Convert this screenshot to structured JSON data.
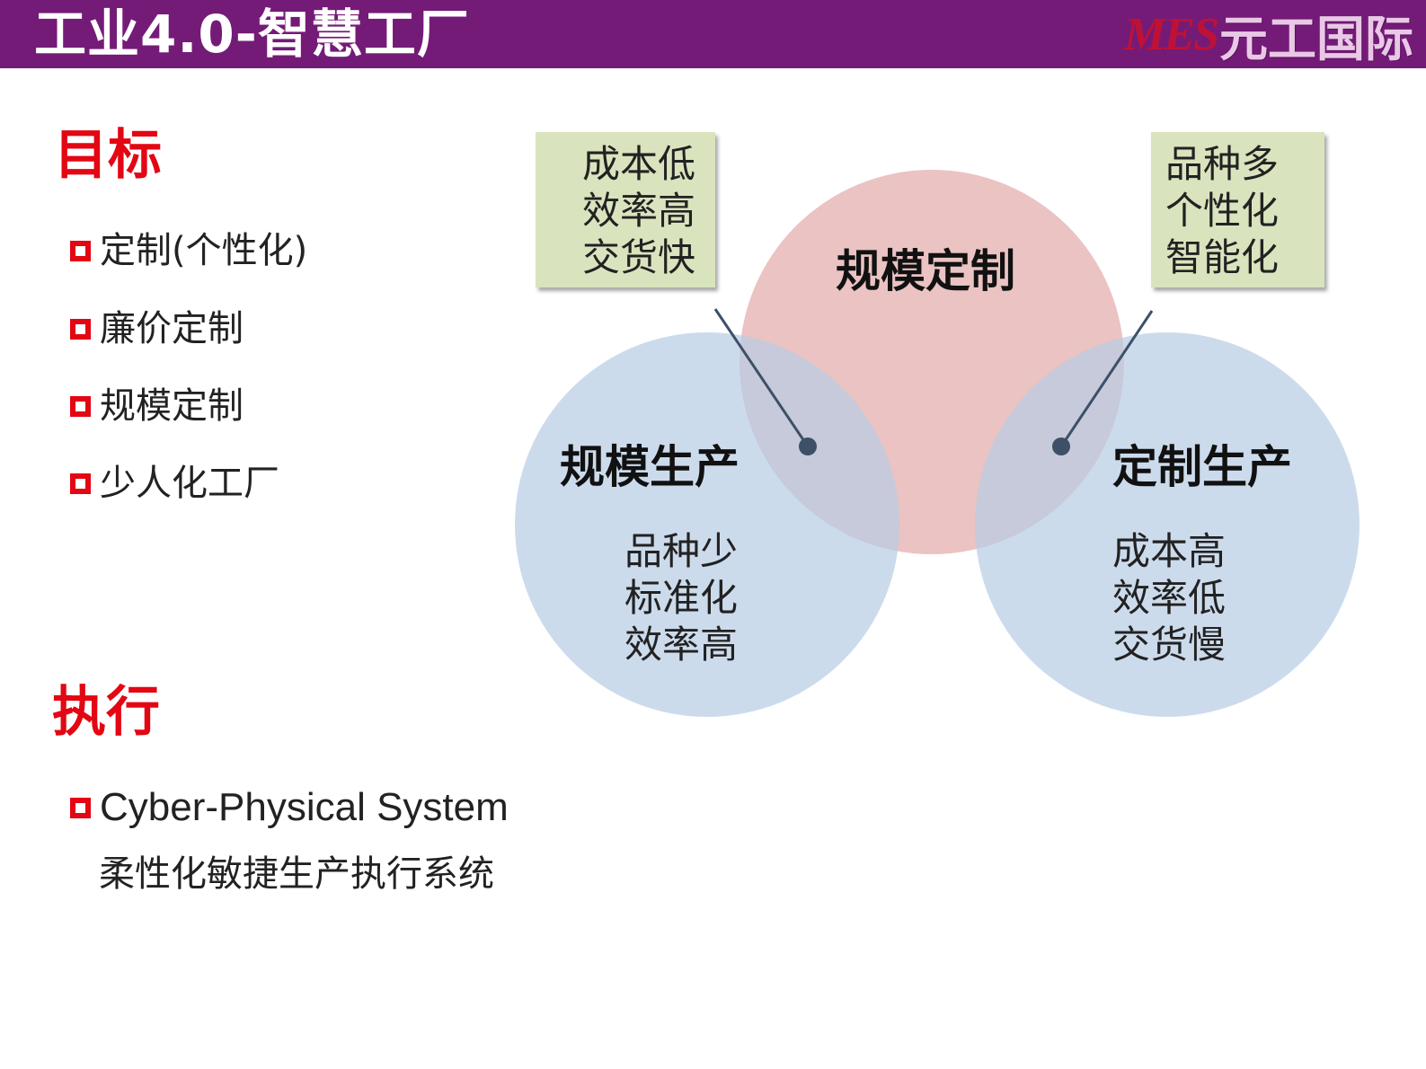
{
  "header": {
    "title": "工业4.0-智慧工厂",
    "logo_mes": "MES",
    "logo_name": "元工国际"
  },
  "goals": {
    "title": "目标",
    "items": [
      {
        "label": "定制(个性化)"
      },
      {
        "label": "廉价定制"
      },
      {
        "label": "规模定制"
      },
      {
        "label": "少人化工厂"
      }
    ]
  },
  "execution": {
    "title": "执行",
    "item": "Cyber-Physical System",
    "subtitle": "柔性化敏捷生产执行系统"
  },
  "diagram": {
    "top_circle": {
      "title": "规模定制",
      "color": "#e6b8b7"
    },
    "left_circle": {
      "title": "规模生产",
      "lines": [
        "品种少",
        "标准化",
        "效率高"
      ],
      "color": "#b9cde5"
    },
    "right_circle": {
      "title": "定制生产",
      "lines": [
        "成本高",
        "效率低",
        "交货慢"
      ],
      "color": "#b9cde5"
    },
    "left_note": {
      "lines": [
        "成本低",
        "效率高",
        "交货快"
      ]
    },
    "right_note": {
      "lines": [
        "品种多",
        "个性化",
        "智能化"
      ]
    },
    "note_color": "#d9e4be",
    "connector_color": "#3d5068"
  }
}
